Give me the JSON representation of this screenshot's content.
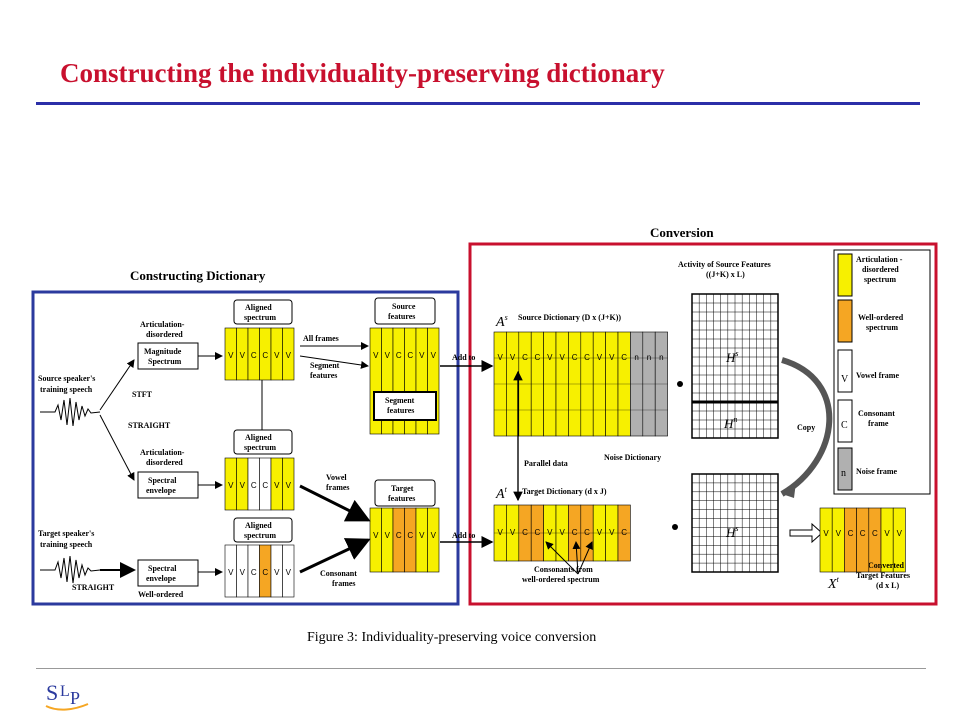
{
  "slide": {
    "title": "Constructing the individuality-preserving dictionary",
    "caption": "Figure 3: Individuality-preserving voice conversion",
    "logo_text": "SLP"
  },
  "constructing": {
    "heading": "Constructing Dictionary",
    "source_speech": [
      "Source speaker's",
      "training speech"
    ],
    "target_speech": [
      "Target speaker's",
      "training speech"
    ],
    "stft": "STFT",
    "straight_top": "STRAIGHT",
    "straight_bottom": "STRAIGHT",
    "artic_top": [
      "Articulation-",
      "disordered"
    ],
    "artic_mid": [
      "Articulation-",
      "disordered"
    ],
    "well_ordered": "Well-ordered",
    "magnitude_box": [
      "Magnitude",
      "Spectrum"
    ],
    "envelope_mid": [
      "Spectral",
      "envelope"
    ],
    "envelope_bot": [
      "Spectral",
      "envelope"
    ],
    "aligned": [
      "Aligned",
      "spectrum"
    ],
    "all_frames": "All frames",
    "segment_features_label": [
      "Segment",
      "features"
    ],
    "vowel_frames": [
      "Vowel",
      "frames"
    ],
    "consonant_frames": [
      "Consonant",
      "frames"
    ],
    "source_features": [
      "Source",
      "features"
    ],
    "segment_features_box": [
      "Segment",
      "features"
    ],
    "target_features": [
      "Target",
      "features"
    ],
    "seq_vvccvv": [
      "V",
      "V",
      "C",
      "C",
      "V",
      "V"
    ]
  },
  "conversion": {
    "heading": "Conversion",
    "activity": [
      "Activity of Source Features",
      "((J+K) x L)"
    ],
    "As": "A",
    "As_sup": "s",
    "source_dict": "Source Dictionary (D x (J+K))",
    "add_to": "Add to",
    "source_seq": [
      "V",
      "V",
      "C",
      "C",
      "V",
      "V",
      "C",
      "C",
      "V",
      "V",
      "C",
      "n",
      "n",
      "n"
    ],
    "noise_dictionary": "Noise Dictionary",
    "parallel_data": "Parallel data",
    "At": "A",
    "At_sup": "t",
    "target_dict": "Target Dictionary (d x J)",
    "target_seq": [
      "V",
      "V",
      "C",
      "C",
      "V",
      "V",
      "C",
      "C",
      "V",
      "V",
      "C"
    ],
    "consonants_from": [
      "Consonants from",
      "well-ordered spectrum"
    ],
    "Hs": "H",
    "Hs_sup": "s",
    "Hn": "H",
    "Hn_sup": "n",
    "copy": "Copy",
    "Xt": "X",
    "Xt_sup": "t",
    "converted": [
      "Converted",
      "Target Features",
      "(d x L)"
    ],
    "converted_seq": [
      "V",
      "V",
      "C",
      "C",
      "C",
      "V",
      "V"
    ]
  },
  "legend": {
    "artic": [
      "Articulation -",
      "disordered",
      "spectrum"
    ],
    "well": [
      "Well-ordered",
      "spectrum"
    ],
    "v_frame": "Vowel frame",
    "v_letter": "V",
    "c_frame": [
      "Consonant",
      "frame"
    ],
    "c_letter": "C",
    "n_frame": "Noise frame",
    "n_letter": "n"
  },
  "colors": {
    "title": "#c8102e",
    "rule": "#2b2fa8",
    "construct_border": "#2b3a9e",
    "conversion_border": "#c8102e",
    "yellow": "#f7f000",
    "orange": "#f5a623",
    "gray": "#b0b0b0"
  }
}
